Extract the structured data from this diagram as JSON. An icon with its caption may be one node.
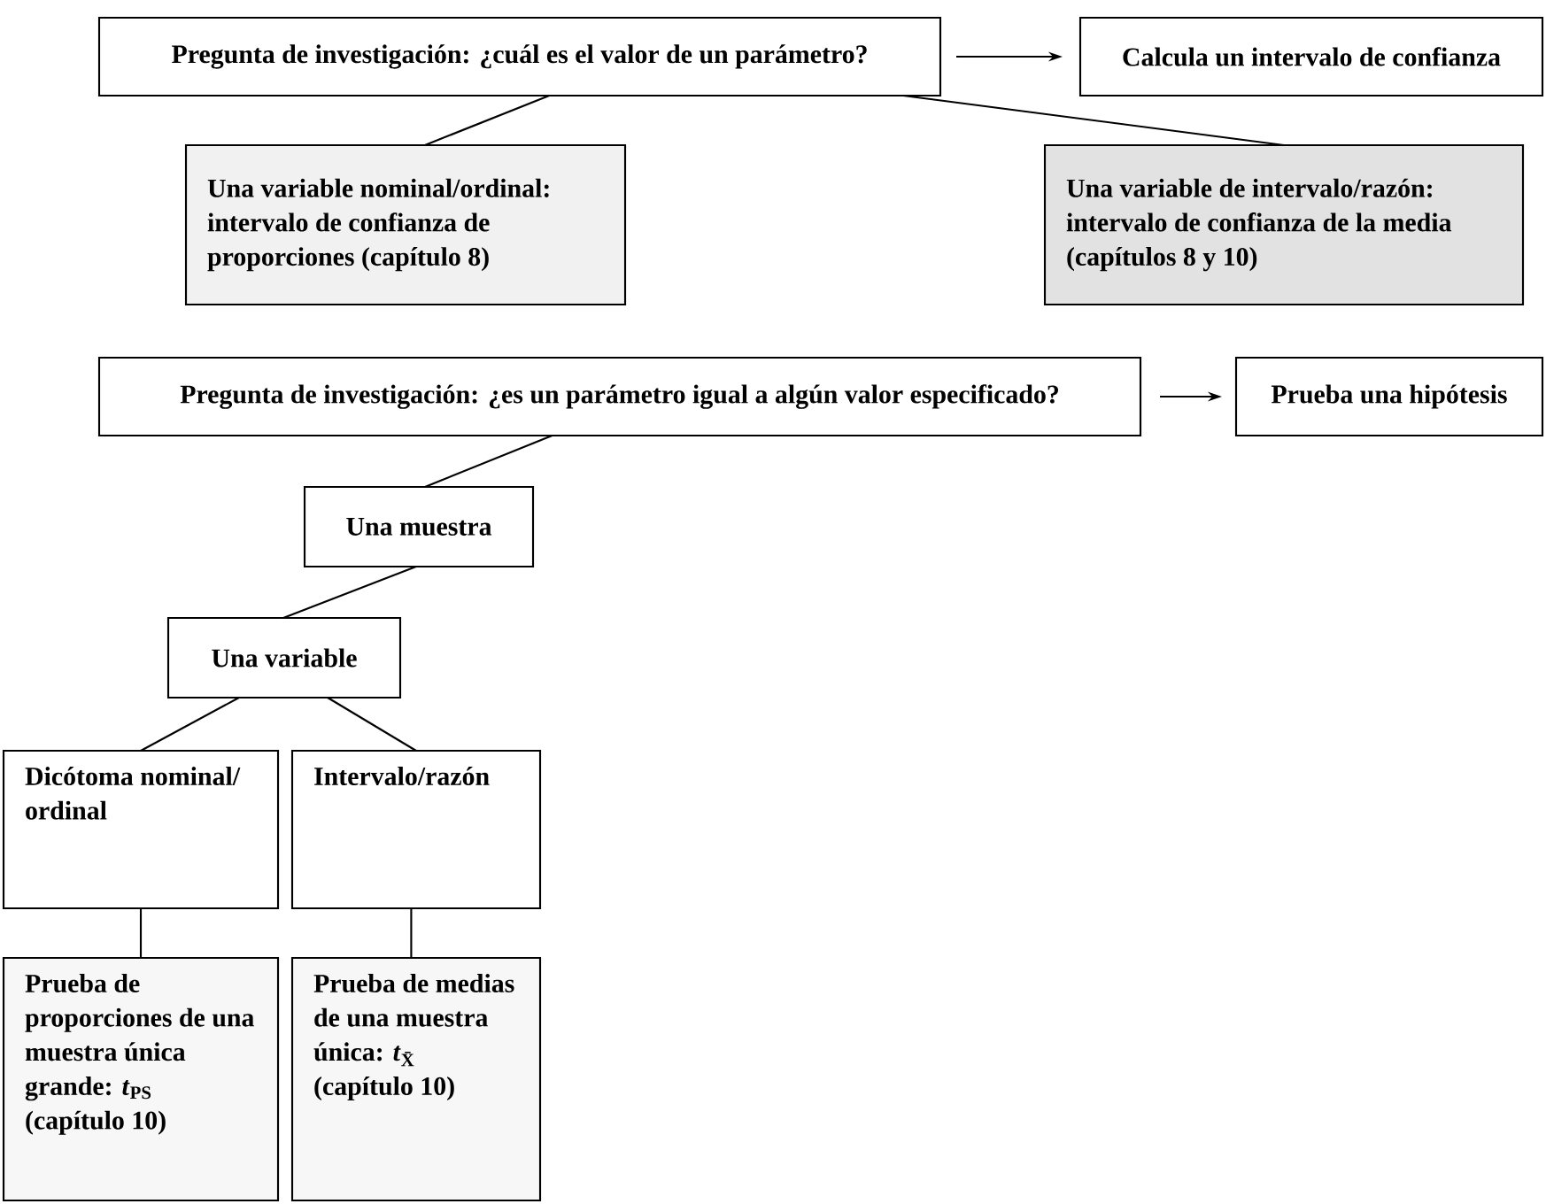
{
  "diagram": {
    "nodes": [
      {
        "text": [
          "Pregunta de investigación: ¿cuál es el valor de un parámetro?"
        ]
      },
      {
        "text": [
          "Calcula un intervalo de confianza"
        ]
      },
      {
        "text": [
          "Una variable nominal/ordinal: intervalo de confianza de proporciones (capítulo 8)"
        ]
      },
      {
        "text": [
          "Una variable de intervalo/razón: intervalo de confianza de la media (capítulos 8 y 10)"
        ]
      },
      {
        "text": [
          "Pregunta de investigación: ¿es un parámetro igual a algún valor especificado?"
        ]
      },
      {
        "text": [
          "Prueba una hipótesis"
        ]
      },
      {
        "text": [
          "Una muestra"
        ]
      },
      {
        "text": [
          "Una variable"
        ]
      },
      {
        "text": [
          "Dicótoma nominal/ ordinal"
        ]
      },
      {
        "text": [
          "Intervalo/razón"
        ]
      },
      {
        "text": [
          "Prueba de proporciones de una muestra única grande: *t*$_{PS}$ (capítulo 10)"
        ]
      },
      {
        "text": [
          "Prueba de medias de una muestra única: *t*$_{X̄}$ (capítulo 10)"
        ]
      }
    ],
    "edges": [
      {
        "from": 0,
        "to": 1,
        "arrow": "to"
      },
      {
        "from": 0,
        "to": 2,
        "arrow": "none"
      },
      {
        "from": 0,
        "to": 3,
        "arrow": "none"
      },
      {
        "from": 4,
        "to": 5,
        "arrow": "to"
      },
      {
        "from": 4,
        "to": 6,
        "arrow": "none"
      },
      {
        "from": 6,
        "to": 7,
        "arrow": "none"
      },
      {
        "from": 7,
        "to": 8,
        "arrow": "none"
      },
      {
        "from": 7,
        "to": 9,
        "arrow": "none"
      },
      {
        "from": 8,
        "to": 10,
        "arrow": "none"
      },
      {
        "from": 9,
        "to": 11,
        "arrow": "none"
      }
    ]
  }
}
